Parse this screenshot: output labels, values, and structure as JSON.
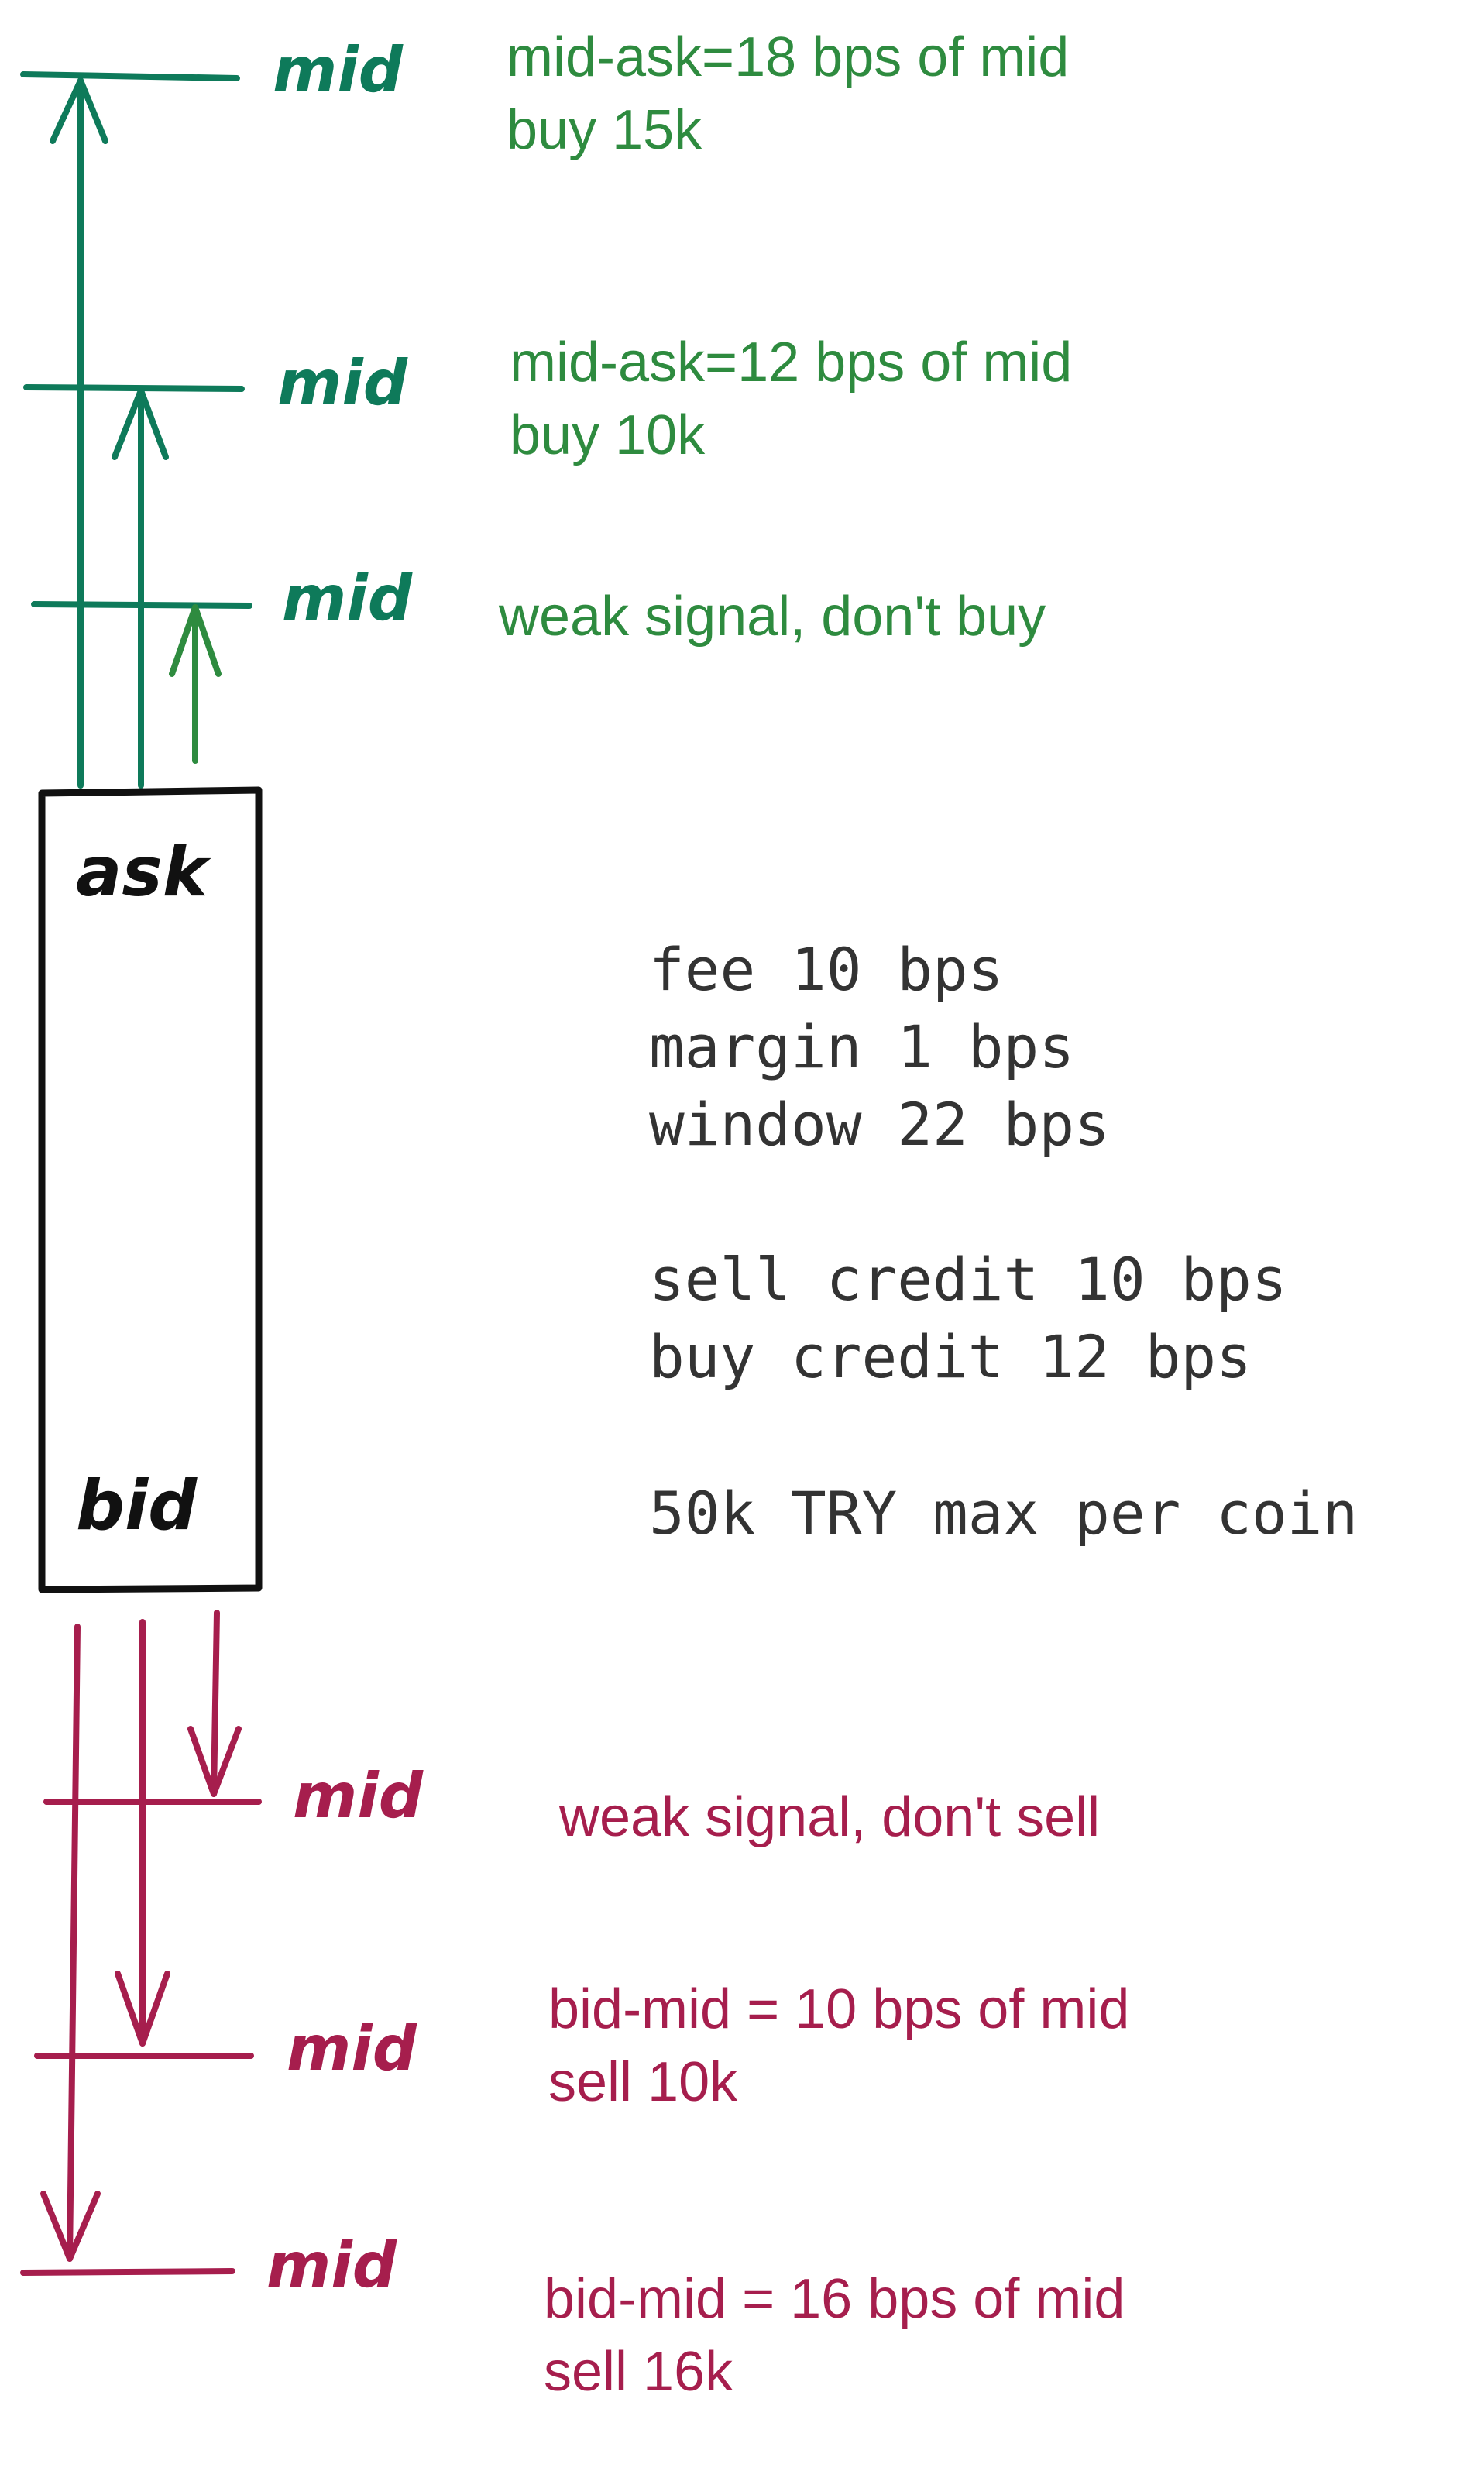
{
  "colors": {
    "buy_dark": "#0e7a5a",
    "buy_light": "#2e8b3f",
    "sell": "#a61e4d",
    "box": "#111111",
    "params": "#333333"
  },
  "buy_side": {
    "levels": [
      {
        "mid_label": "mid",
        "line1": "mid-ask=18 bps of mid",
        "line2": "buy 15k"
      },
      {
        "mid_label": "mid",
        "line1": "mid-ask=12 bps of mid",
        "line2": "buy 10k"
      },
      {
        "mid_label": "mid",
        "line1": "weak signal, don't buy",
        "line2": ""
      }
    ]
  },
  "book": {
    "ask_label": "ask",
    "bid_label": "bid"
  },
  "params": {
    "fee": "fee 10 bps",
    "margin": "margin 1 bps",
    "window": "window 22 bps",
    "sell_credit": "sell credit 10 bps",
    "buy_credit": "buy credit 12 bps",
    "max_per_coin": "50k TRY max per coin"
  },
  "sell_side": {
    "levels": [
      {
        "mid_label": "mid",
        "line1": "weak signal, don't sell",
        "line2": ""
      },
      {
        "mid_label": "mid",
        "line1": "bid-mid = 10 bps of mid",
        "line2": "sell 10k"
      },
      {
        "mid_label": "mid",
        "line1": "bid-mid = 16 bps of mid",
        "line2": "sell 16k"
      }
    ]
  }
}
